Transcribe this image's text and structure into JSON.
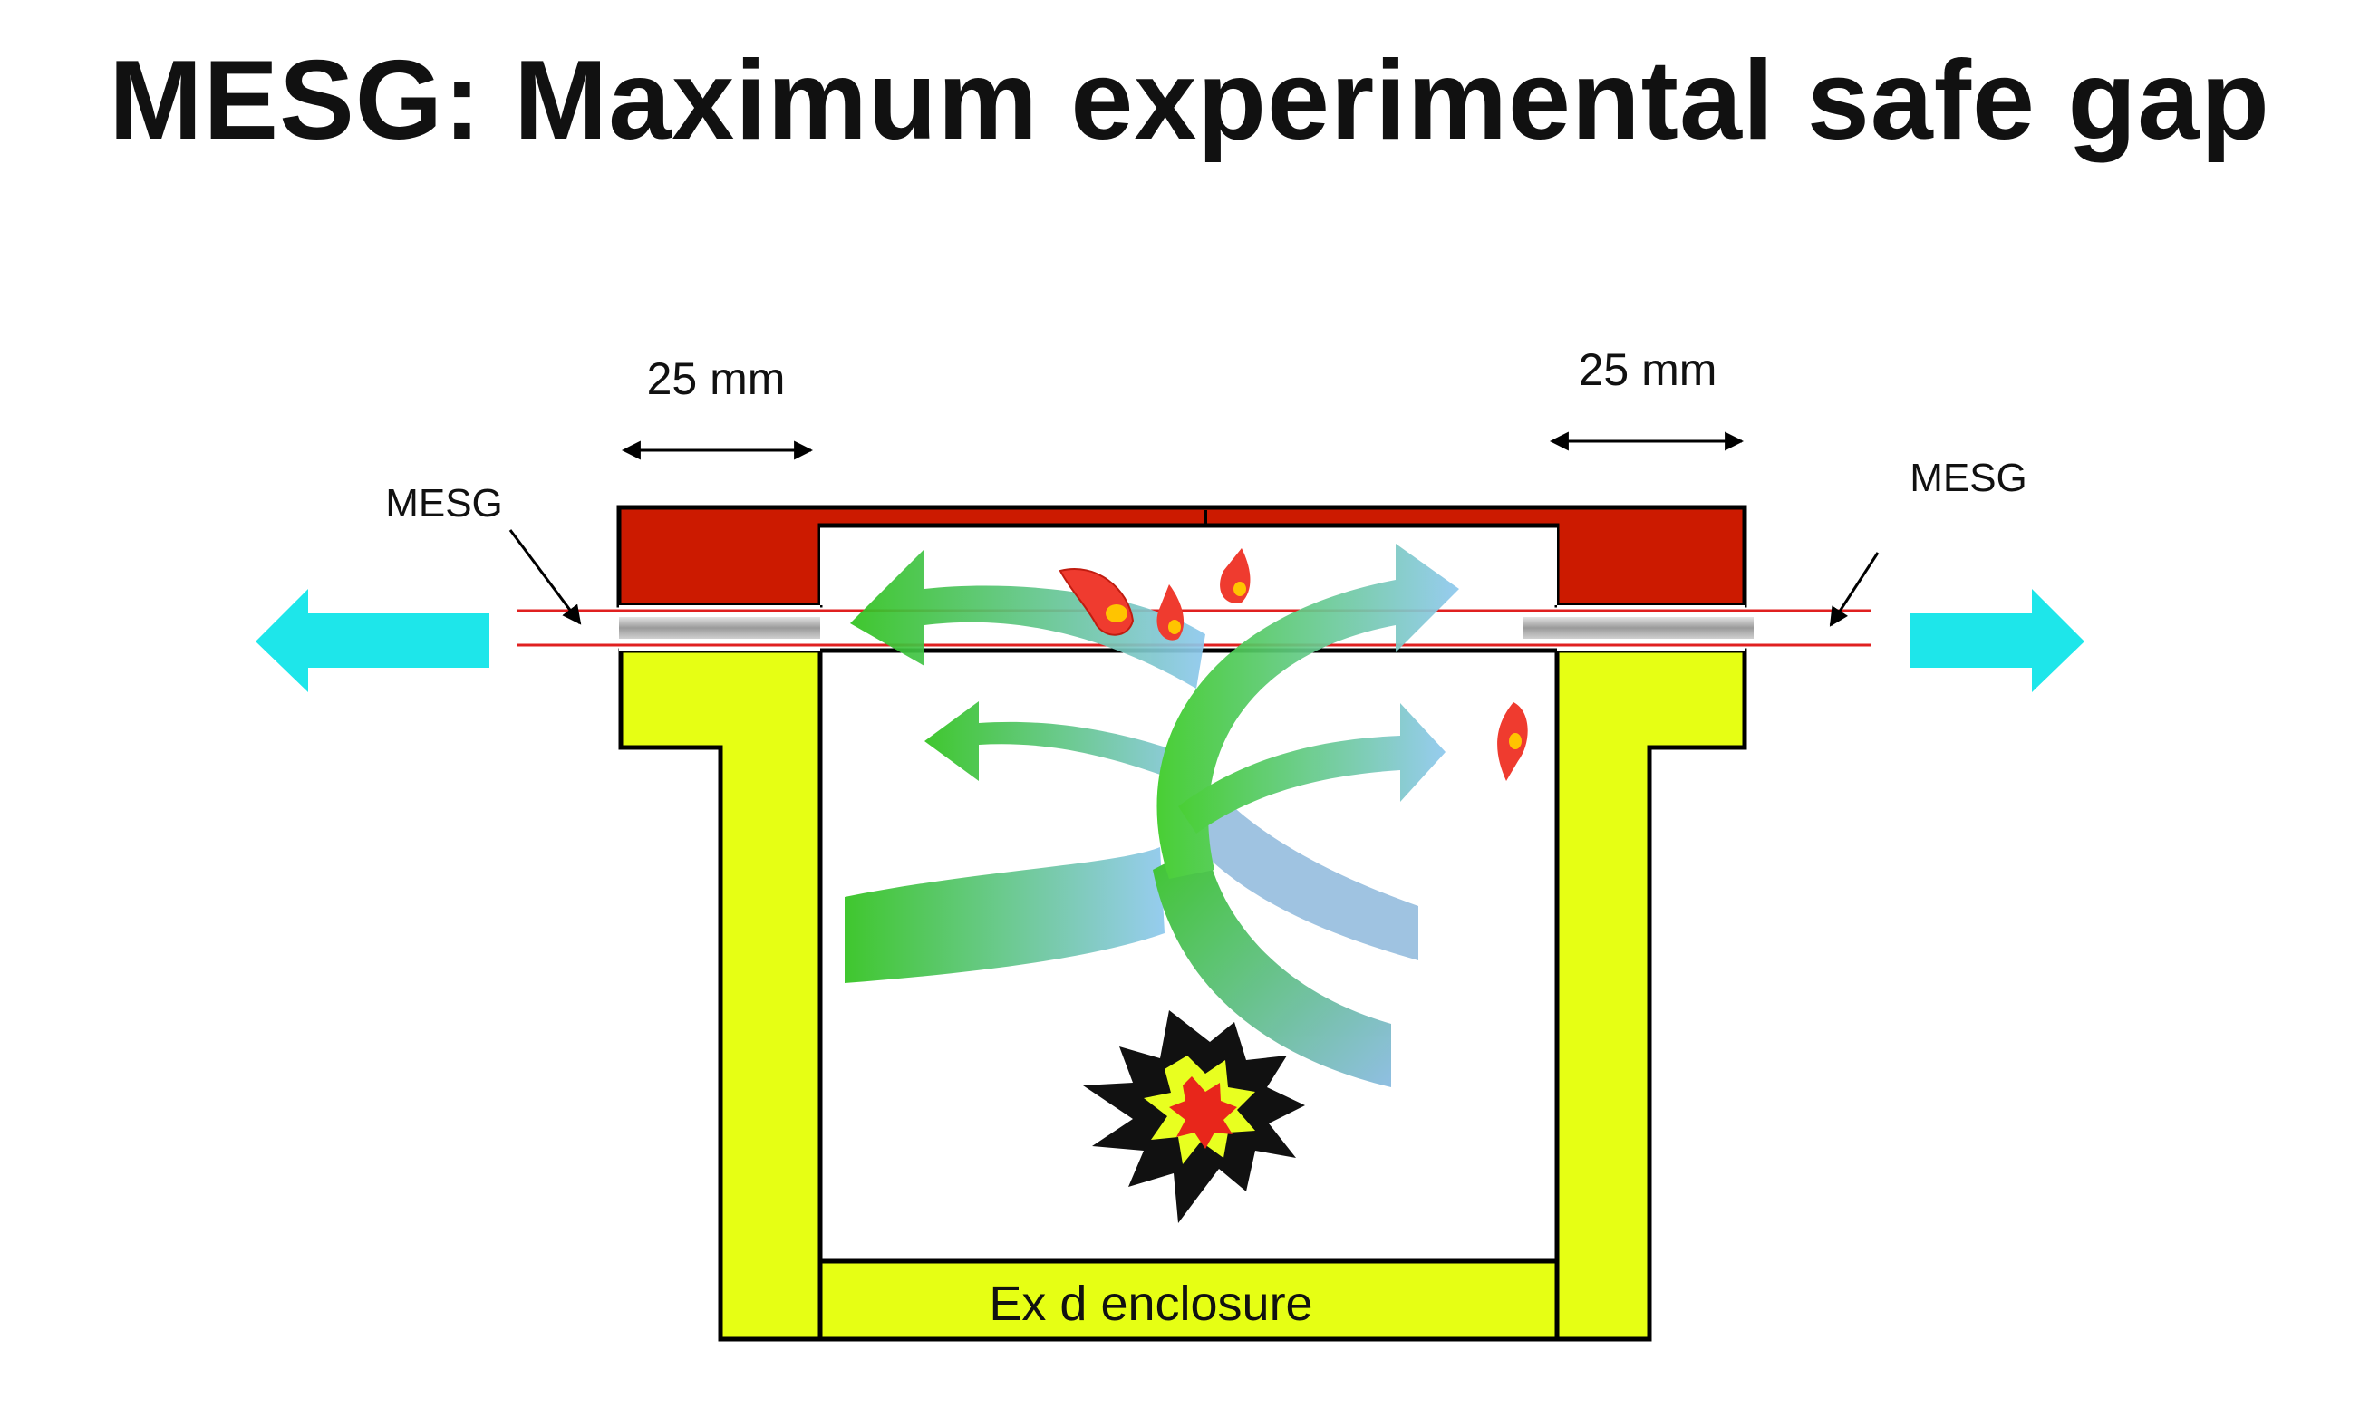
{
  "title": "MESG: Maximum experimental safe gap",
  "labels": {
    "gap_length_left": "25 mm",
    "gap_length_right": "25 mm",
    "mesg_left": "MESG",
    "mesg_right": "MESG",
    "enclosure": "Ex d enclosure"
  },
  "icons": {
    "explosion": "explosion-icon",
    "flame": "flame-icon",
    "escape_arrow": "cyan-arrow-icon"
  },
  "colors": {
    "lid": "#cc1a00",
    "body": "#e6ff14",
    "gap_line": "#e02020",
    "escape_arrow": "#1ee6ea",
    "flow_green": "#2fc21c",
    "flow_blue": "#8ec8ee",
    "outline": "#000000"
  }
}
